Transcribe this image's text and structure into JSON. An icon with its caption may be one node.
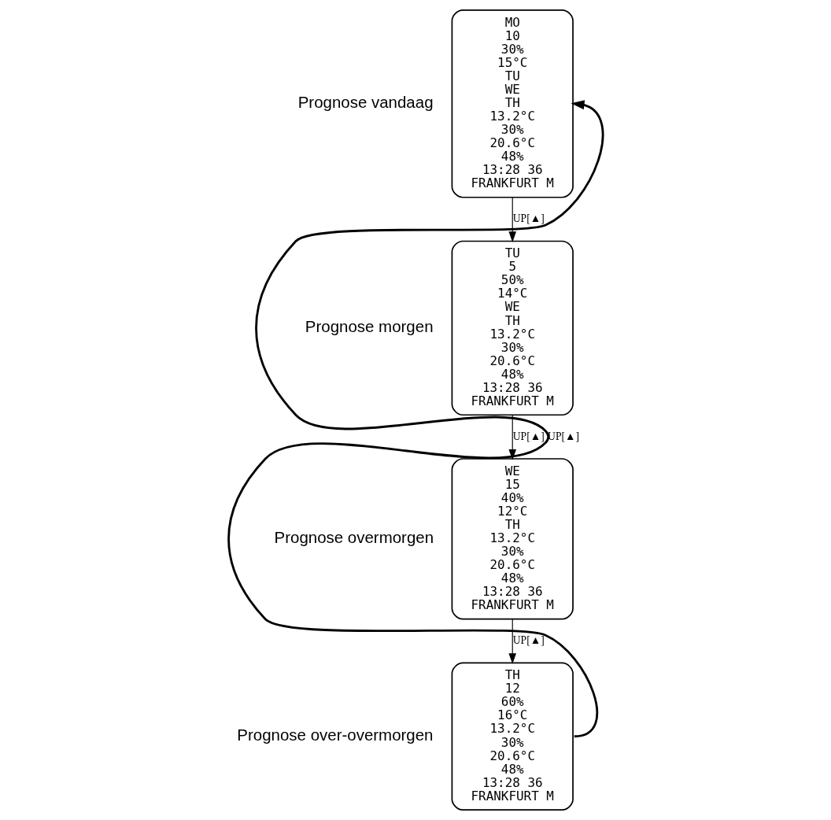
{
  "diagram": {
    "nodes": [
      {
        "text": [
          "MO",
          "10",
          "30%",
          "15°C",
          "TU",
          "WE",
          "TH",
          "13.2°C",
          "30%",
          "20.6°C",
          "48%",
          "13:28 36",
          "FRANKFURT M"
        ],
        "beside": [
          "Prognose vandaag"
        ]
      },
      {
        "text": [
          "TU",
          "5",
          "50%",
          "14°C",
          "WE",
          "TH",
          "13.2°C",
          "30%",
          "20.6°C",
          "48%",
          "13:28 36",
          "FRANKFURT M"
        ],
        "beside": [
          "Prognose morgen"
        ]
      },
      {
        "text": [
          "WE",
          "15",
          "40%",
          "12°C",
          "TH",
          "13.2°C",
          "30%",
          "20.6°C",
          "48%",
          "13:28 36",
          "FRANKFURT M"
        ],
        "beside": [
          "Prognose overmorgen"
        ]
      },
      {
        "text": [
          "TH",
          "12",
          "60%",
          "16°C",
          "13.2°C",
          "30%",
          "20.6°C",
          "48%",
          "13:28 36",
          "FRANKFURT M"
        ],
        "beside": [
          "Prognose over-overmorgen"
        ]
      }
    ],
    "edges": [
      {
        "from": 0,
        "to": 1,
        "arrow": "to",
        "label": "UP[▲]"
      },
      {
        "from": 1,
        "to": 2,
        "arrow": "to",
        "label": "UP[▲]"
      },
      {
        "from": 2,
        "to": 3,
        "arrow": "to",
        "label": "UP[▲]"
      },
      {
        "from": 3,
        "to": 0,
        "arrow": "to",
        "label": "UP[▲]",
        "style": "thick"
      }
    ]
  }
}
